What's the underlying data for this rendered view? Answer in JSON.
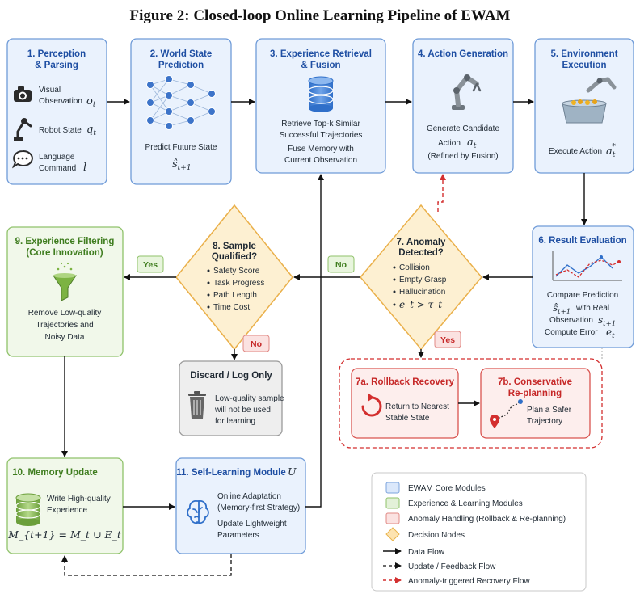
{
  "figure_title": "Figure 2: Closed-loop Online Learning Pipeline of EWAM",
  "nodes": {
    "perception": {
      "title1": "1. Perception",
      "title2": "& Parsing",
      "inputs": [
        {
          "icon": "camera-icon",
          "line1": "Visual",
          "line2": "Observation",
          "math": "o",
          "sub": "t"
        },
        {
          "icon": "robot-arm-icon",
          "line1": "Robot State",
          "line2": "",
          "math": "q",
          "sub": "t"
        },
        {
          "icon": "speech-bubble-icon",
          "line1": "Language",
          "line2": "Command",
          "math": "l",
          "sub": ""
        }
      ]
    },
    "world_state": {
      "title1": "2. World State",
      "title2": "Prediction",
      "desc": "Predict Future State",
      "math": "ŝ",
      "sub": "t+1"
    },
    "retrieval": {
      "title1": "3. Experience Retrieval",
      "title2": "& Fusion",
      "desc1": "Retrieve Top-k Similar",
      "desc2": "Successful Trajectories",
      "desc3": "Fuse Memory with",
      "desc4": "Current Observation"
    },
    "action_gen": {
      "title": "4. Action Generation",
      "desc1": "Generate Candidate",
      "desc2": "Action",
      "math": "a",
      "sub": "t",
      "desc3": "(Refined by Fusion)"
    },
    "env_exec": {
      "title1": "5. Environment",
      "title2": "Execution",
      "desc": "Execute Action",
      "math": "a",
      "sub": "t",
      "sup": "*"
    },
    "result_eval": {
      "title": "6. Result Evaluation",
      "desc1": "Compare Prediction",
      "math1": "ŝ",
      "sub1": "t+1",
      "desc2": "with Real",
      "desc3": "Observation",
      "math3": "s",
      "sub3": "t+1",
      "desc4": "Compute Error",
      "math4": "e",
      "sub4": "t"
    },
    "anomaly": {
      "title1": "7. Anomaly",
      "title2": "Detected?",
      "items": [
        "Collision",
        "Empty Grasp",
        "Hallucination"
      ],
      "cond": "e_t > τ_t"
    },
    "rollback": {
      "title": "7a. Rollback Recovery",
      "desc1": "Return to Nearest",
      "desc2": "Stable State"
    },
    "replanning": {
      "title1": "7b. Conservative",
      "title2": "Re-planning",
      "desc1": "Plan a Safer",
      "desc2": "Trajectory"
    },
    "sample_q": {
      "title1": "8. Sample",
      "title2": "Qualified?",
      "items": [
        "Safety Score",
        "Task Progress",
        "Path Length",
        "Time Cost"
      ]
    },
    "discard": {
      "title": "Discard / Log Only",
      "desc1": "Low-quality sample",
      "desc2": "will not be used",
      "desc3": "for learning"
    },
    "filtering": {
      "title1": "9. Experience Filtering",
      "title2": "(Core Innovation)",
      "desc1": "Remove Low-quality",
      "desc2": "Trajectories and",
      "desc3": "Noisy Data"
    },
    "memory": {
      "title": "10. Memory Update",
      "desc1": "Write High-quality",
      "desc2": "Experience",
      "formula": "M_{t+1} = M_t ∪ E_t"
    },
    "self_learning": {
      "title": "11. Self-Learning Module",
      "math": "U",
      "desc1": "Online Adaptation",
      "desc2": "(Memory-first Strategy)",
      "desc3": "Update Lightweight",
      "desc4": "Parameters"
    }
  },
  "edge_labels": {
    "yes_filter": "Yes",
    "no_sample": "No",
    "no_anomaly": "No",
    "yes_anomaly": "Yes"
  },
  "legend": [
    {
      "kind": "box",
      "color": "#dbe8fb",
      "stroke": "#7ba3dc",
      "label": "EWAM Core Modules"
    },
    {
      "kind": "box",
      "color": "#e3f1d8",
      "stroke": "#8fc26a",
      "label": "Experience & Learning Modules"
    },
    {
      "kind": "box",
      "color": "#fbe2e1",
      "stroke": "#e08985",
      "label": "Anomaly Handling (Rollback & Re-planning)"
    },
    {
      "kind": "diamond",
      "color": "#fde3b0",
      "stroke": "#e9b44c",
      "label": "Decision Nodes"
    },
    {
      "kind": "line",
      "style": "solid",
      "color": "#111111",
      "label": "Data Flow"
    },
    {
      "kind": "line",
      "style": "dashed",
      "color": "#111111",
      "label": "Update / Feedback Flow"
    },
    {
      "kind": "line",
      "style": "dashed",
      "color": "#d32f2f",
      "label": "Anomaly-triggered Recovery Flow"
    }
  ],
  "colors": {
    "core_fill": "#eaf2fd",
    "core_stroke": "#6f9bd8",
    "learn_fill": "#f1f8ea",
    "learn_stroke": "#8fc26a",
    "anom_fill": "#fdeeed",
    "anom_stroke": "#d9534f",
    "decision_fill": "#fdf0d2",
    "decision_stroke": "#eab04a",
    "discard_fill": "#eeeeee",
    "discard_stroke": "#9a9a9a"
  }
}
